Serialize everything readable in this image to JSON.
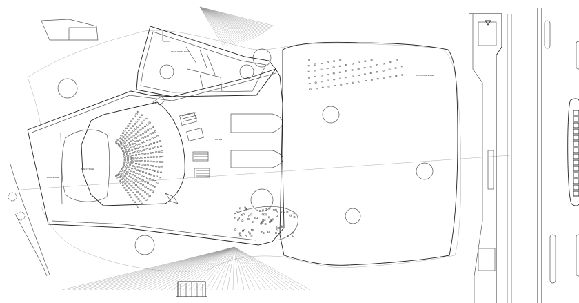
{
  "plan": {
    "room_labels": [
      {
        "id": "backstage",
        "text": "BACKSTAGE"
      },
      {
        "id": "stage",
        "text": "MAIN STAGE"
      },
      {
        "id": "foyer",
        "text": "FOYER"
      },
      {
        "id": "rehearsal",
        "text": "REHEARSAL ROOM"
      },
      {
        "id": "garden",
        "text": "OUTDOOR STAGE"
      }
    ]
  },
  "colors": {
    "line": "#555555",
    "dark": "#222222",
    "background": "#ffffff"
  }
}
